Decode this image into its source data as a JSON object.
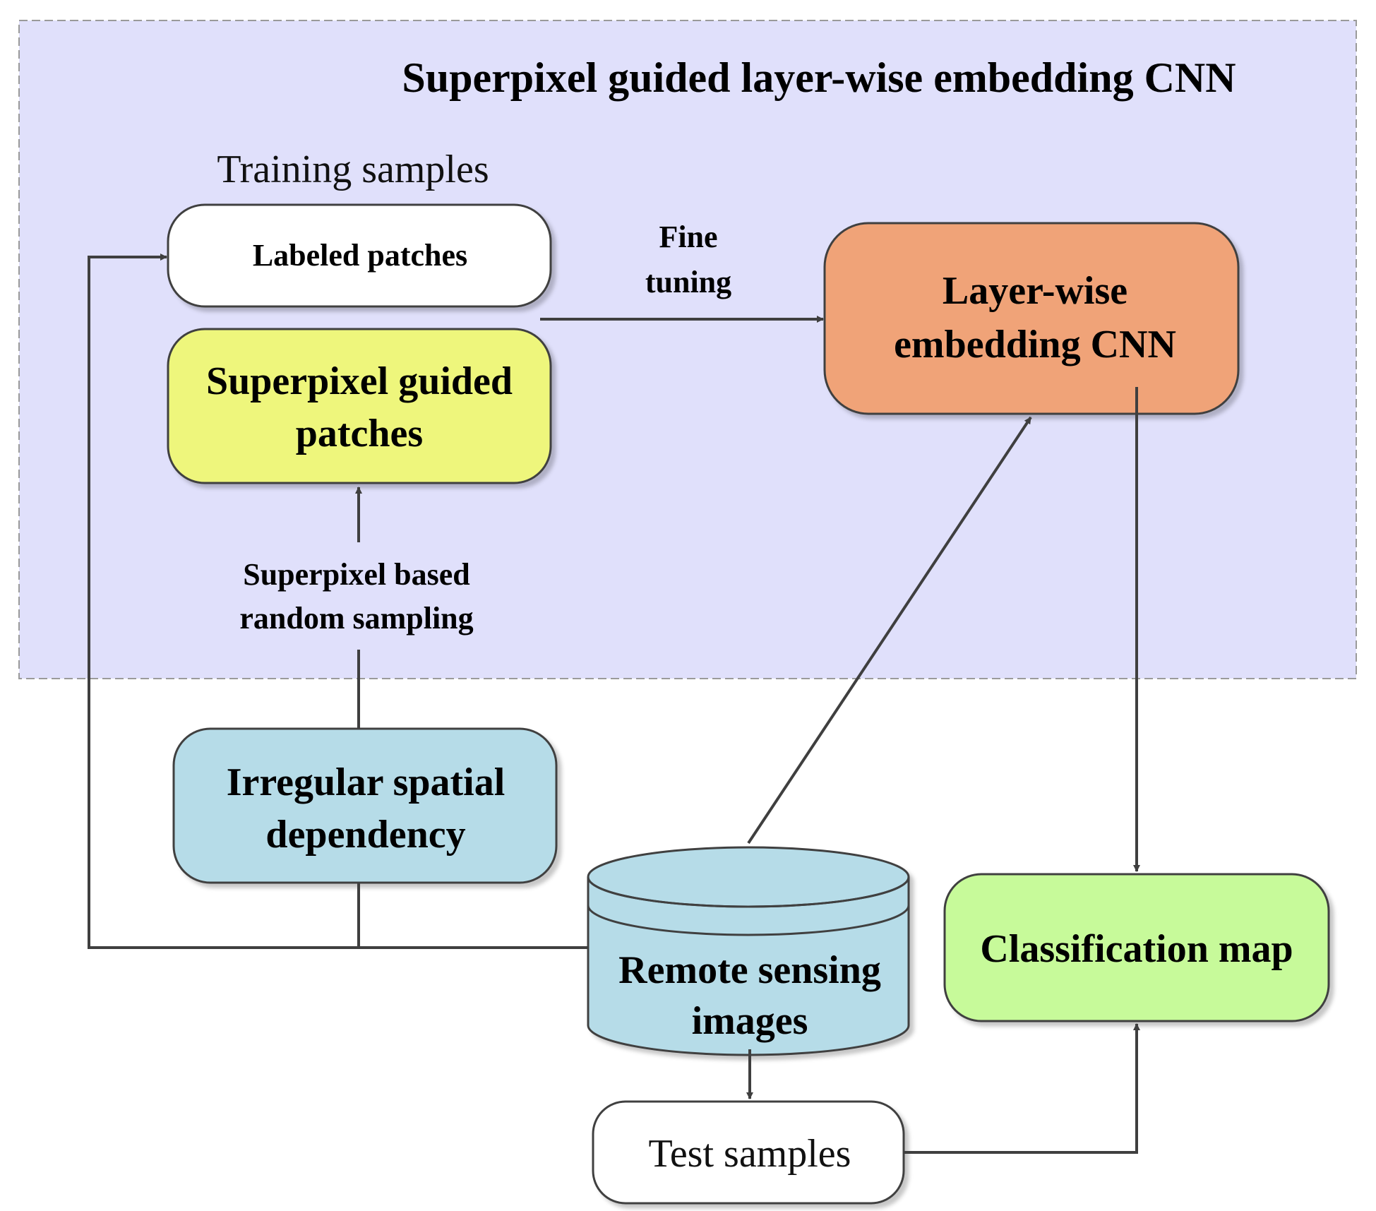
{
  "region": {
    "title": "Superpixel guided layer-wise embedding CNN",
    "fill": "#e0e0fb"
  },
  "nodes": {
    "training_samples_label": "Training samples",
    "labeled_patches": "Labeled patches",
    "superpixel_patches": [
      "Superpixel guided",
      "patches"
    ],
    "layerwise_cnn": [
      "Layer-wise",
      "embedding CNN"
    ],
    "irregular_dependency": [
      "Irregular spatial",
      "dependency"
    ],
    "remote_sensing": [
      "Remote sensing",
      "images"
    ],
    "classification_map": "Classification map",
    "test_samples": "Test samples"
  },
  "edge_labels": {
    "fine_tuning": [
      "Fine",
      "tuning"
    ],
    "superpixel_sampling": [
      "Superpixel based",
      "random sampling"
    ]
  },
  "colors": {
    "yellow": "#eef67b",
    "orange": "#f0a378",
    "blue": "#b6dce8",
    "green": "#c7fa9a",
    "white": "#ffffff",
    "arrow": "#3f3f3f"
  }
}
